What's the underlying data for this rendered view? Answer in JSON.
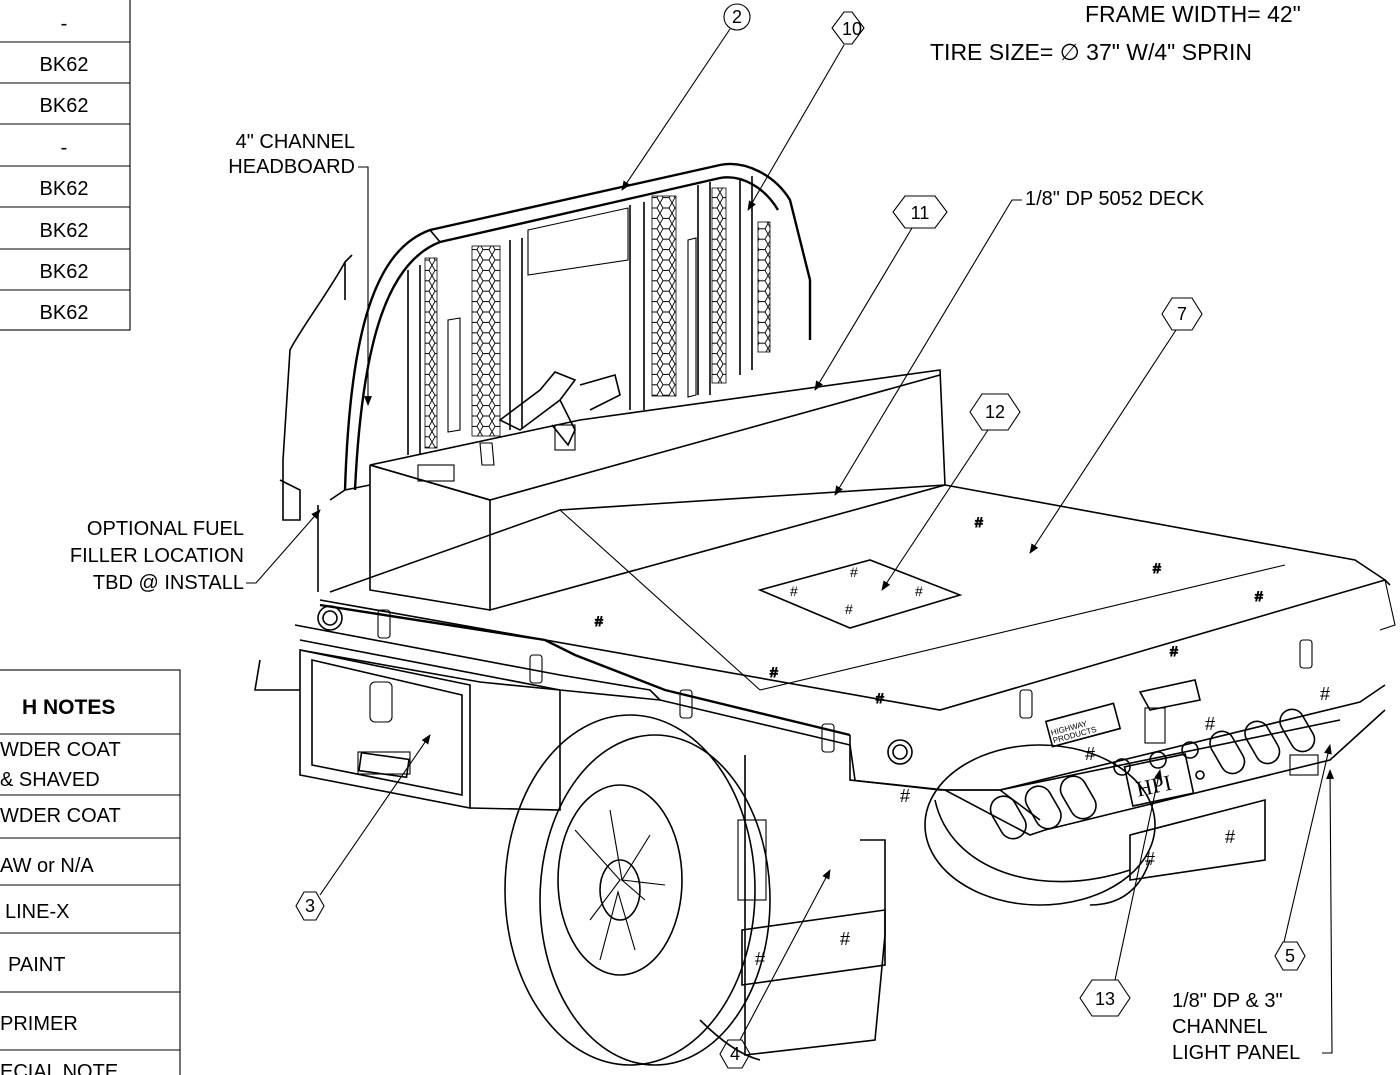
{
  "title_lines": [
    "FRAME WIDTH= 42\"",
    "TIRE SIZE= ∅ 37\"  W/4\" SPRIN"
  ],
  "code_table": [
    "-",
    "BK62",
    "BK62",
    "-",
    "BK62",
    "BK62",
    "BK62",
    "BK62"
  ],
  "notes_table": {
    "header": "H NOTES",
    "rows": [
      [
        "WDER COAT",
        "& SHAVED"
      ],
      [
        "WDER COAT"
      ],
      [
        "AW or N/A"
      ],
      [
        "LINE-X"
      ],
      [
        "PAINT"
      ],
      [
        "PRIMER"
      ],
      [
        "ECIAL NOTE"
      ]
    ]
  },
  "callouts": {
    "headboard": [
      "4\" CHANNEL",
      "HEADBOARD"
    ],
    "deck": "1/8\" DP 5052 DECK",
    "fuel_filler": [
      "OPTIONAL FUEL",
      "FILLER LOCATION",
      "TBD @ INSTALL"
    ],
    "light_panel": [
      "1/8\" DP & 3\"",
      "CHANNEL",
      "LIGHT PANEL"
    ]
  },
  "balloons": [
    "2",
    "10",
    "11",
    "7",
    "12",
    "3",
    "4",
    "13",
    "5"
  ],
  "logo_text": [
    "HIGHWAY",
    "PRODUCTS",
    "HPI"
  ]
}
